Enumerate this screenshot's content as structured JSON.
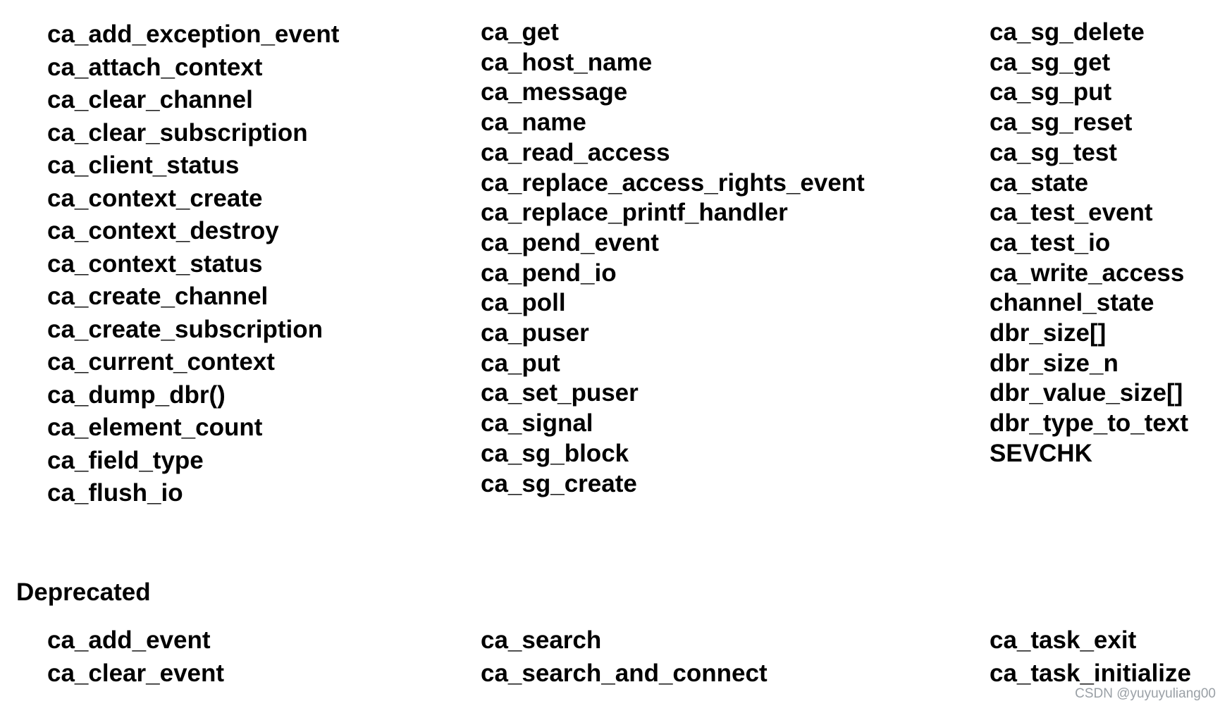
{
  "columns": [
    [
      "ca_add_exception_event",
      "ca_attach_context",
      "ca_clear_channel",
      "ca_clear_subscription",
      "ca_client_status",
      "ca_context_create",
      "ca_context_destroy",
      "ca_context_status",
      "ca_create_channel",
      "ca_create_subscription",
      "ca_current_context",
      "ca_dump_dbr()",
      "ca_element_count",
      "ca_field_type",
      "ca_flush_io"
    ],
    [
      "ca_get",
      "ca_host_name",
      "ca_message",
      "ca_name",
      "ca_read_access",
      "ca_replace_access_rights_event",
      "ca_replace_printf_handler",
      "ca_pend_event",
      "ca_pend_io",
      "ca_poll",
      "ca_puser",
      "ca_put",
      "ca_set_puser",
      "ca_signal",
      "ca_sg_block",
      "ca_sg_create"
    ],
    [
      "ca_sg_delete",
      "ca_sg_get",
      "ca_sg_put",
      "ca_sg_reset",
      "ca_sg_test",
      "ca_state",
      "ca_test_event",
      "ca_test_io",
      "ca_write_access",
      "channel_state",
      "dbr_size[]",
      "dbr_size_n",
      "dbr_value_size[]",
      "dbr_type_to_text",
      "SEVCHK"
    ]
  ],
  "deprecated": {
    "heading": "Deprecated",
    "columns": [
      [
        "ca_add_event",
        "ca_clear_event"
      ],
      [
        "ca_search",
        "ca_search_and_connect"
      ],
      [
        "ca_task_exit",
        "ca_task_initialize"
      ]
    ]
  },
  "watermark": "CSDN @yuyuyuliang00"
}
